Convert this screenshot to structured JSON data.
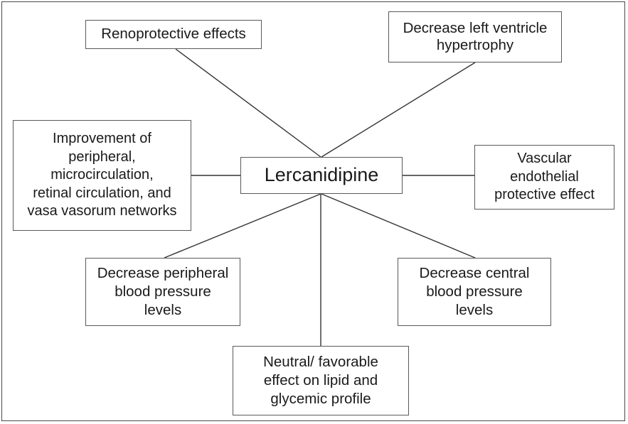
{
  "diagram": {
    "type": "hub-and-spoke-mind-map",
    "center": {
      "id": "lercanidipine",
      "label": "Lercanidipine"
    },
    "nodes": [
      {
        "id": "renoprotective",
        "label": "Renoprotective effects"
      },
      {
        "id": "lv-hypertrophy",
        "label": "Decrease left ventricle\nhypertrophy"
      },
      {
        "id": "improvement-circulation",
        "label": "Improvement of\nperipheral,\nmicrocirculation,\nretinal circulation, and\nvasa vasorum networks"
      },
      {
        "id": "vascular-endothelial",
        "label": "Vascular\nendothelial\nprotective effect"
      },
      {
        "id": "peripheral-bp",
        "label": "Decrease peripheral\nblood pressure\nlevels"
      },
      {
        "id": "central-bp",
        "label": "Decrease central\nblood pressure\nlevels"
      },
      {
        "id": "lipid-glycemic",
        "label": "Neutral/ favorable\neffect on lipid and\nglycemic profile"
      }
    ],
    "edges": [
      {
        "from": "renoprotective",
        "to": "lercanidipine"
      },
      {
        "from": "lv-hypertrophy",
        "to": "lercanidipine"
      },
      {
        "from": "improvement-circulation",
        "to": "lercanidipine"
      },
      {
        "from": "vascular-endothelial",
        "to": "lercanidipine"
      },
      {
        "from": "peripheral-bp",
        "to": "lercanidipine"
      },
      {
        "from": "central-bp",
        "to": "lercanidipine"
      },
      {
        "from": "lipid-glycemic",
        "to": "lercanidipine"
      }
    ],
    "colors": {
      "background": "#ffffff",
      "box_border": "#595959",
      "frame_border": "#4a4a4a",
      "text": "#1a1a1a",
      "connector": "#333333"
    }
  }
}
